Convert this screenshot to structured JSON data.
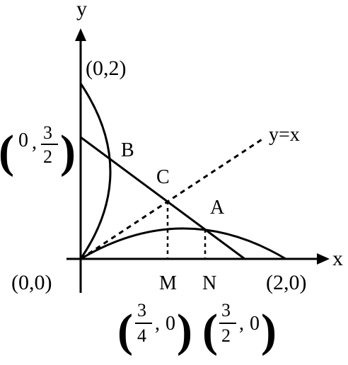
{
  "axes": {
    "x_label": "x",
    "y_label": "y"
  },
  "lines": {
    "diagonal_label": "y=x"
  },
  "points": {
    "top": "(0,2)",
    "origin": "(0,0)",
    "right": "(2,0)",
    "B": "B",
    "C": "C",
    "A": "A",
    "M": "M",
    "N": "N"
  },
  "y_intercept": {
    "x": "0",
    "num": "3",
    "den": "2"
  },
  "m_coord": {
    "num": "3",
    "den": "4",
    "y": "0"
  },
  "n_coord": {
    "num": "3",
    "den": "2",
    "y": "0"
  },
  "colors": {
    "ink": "#000000",
    "background": "#ffffff"
  }
}
